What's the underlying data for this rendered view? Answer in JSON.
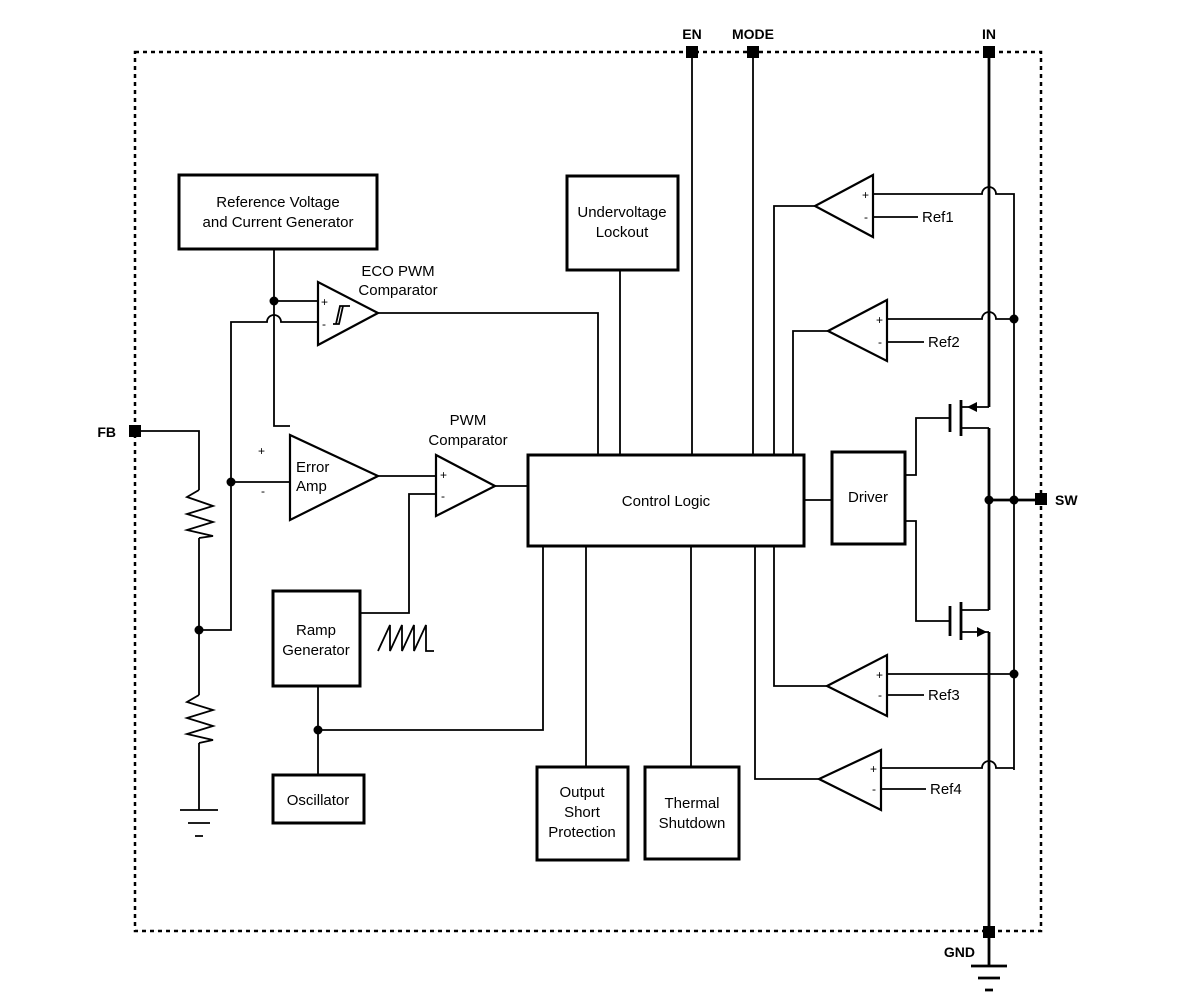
{
  "pins": {
    "en": "EN",
    "mode": "MODE",
    "in": "IN",
    "fb": "FB",
    "sw": "SW",
    "gnd": "GND"
  },
  "blocks": {
    "reference": [
      "Reference Voltage",
      "and Current Generator"
    ],
    "uvlo": [
      "Undervoltage",
      "Lockout"
    ],
    "control_logic": "Control Logic",
    "driver": "Driver",
    "ramp": [
      "Ramp",
      "Generator"
    ],
    "oscillator": "Oscillator",
    "short_protection": [
      "Output",
      "Short",
      "Protection"
    ],
    "thermal": [
      "Thermal",
      "Shutdown"
    ]
  },
  "amplifiers": {
    "eco_label": [
      "ECO PWM",
      "Comparator"
    ],
    "pwm_label": [
      "PWM",
      "Comparator"
    ],
    "error_amp": [
      "Error",
      "Amp"
    ],
    "plus": "+",
    "minus": "-"
  },
  "refs": [
    "Ref1",
    "Ref2",
    "Ref3",
    "Ref4"
  ]
}
